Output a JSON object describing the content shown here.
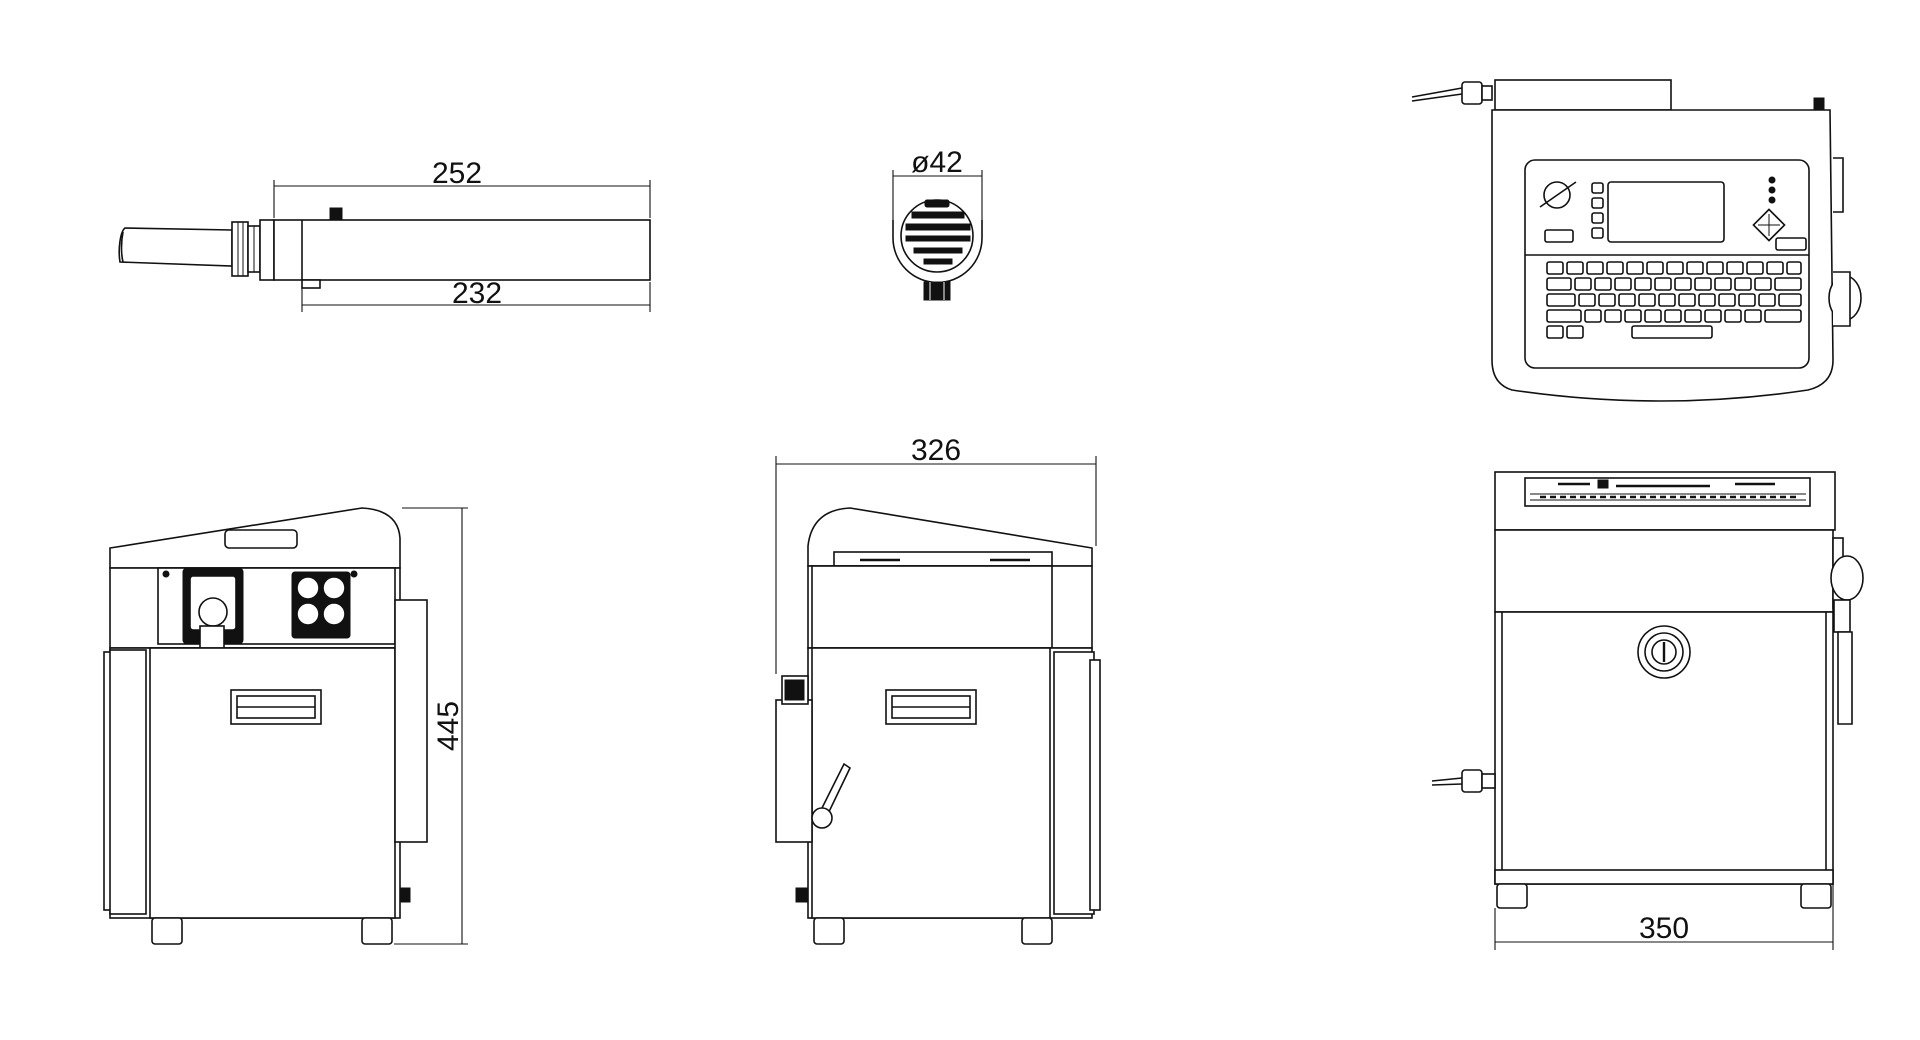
{
  "dimensions": {
    "nozzle_length_total": "252",
    "nozzle_length_body": "232",
    "nozzle_diameter": "ø42",
    "cabinet_height": "445",
    "cabinet_depth": "326",
    "cabinet_width": "350"
  },
  "views": {
    "nozzle_side": "printhead-side-view",
    "nozzle_end": "printhead-end-view",
    "top": "top-view",
    "left": "left-side-view",
    "right": "right-side-view",
    "front": "front-view"
  }
}
